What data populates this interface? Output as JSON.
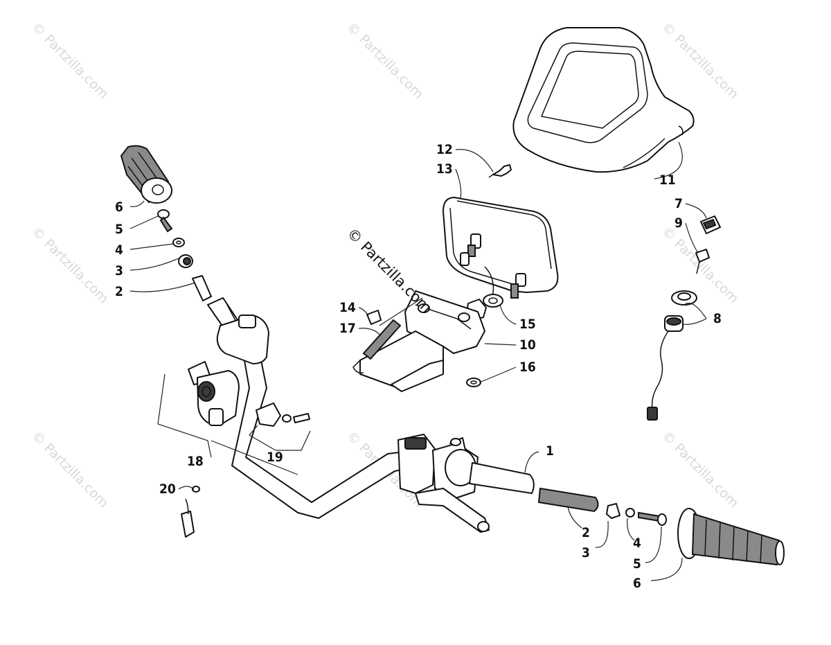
{
  "watermarks": {
    "main": "© Partzilla.com",
    "repeat": "© Partzilla.com"
  },
  "callouts": {
    "c1": "1",
    "c2_left": "2",
    "c2_right": "2",
    "c3_left": "3",
    "c3_right": "3",
    "c4_left": "4",
    "c4_right": "4",
    "c5_left": "5",
    "c5_right": "5",
    "c6_left": "6",
    "c6_right": "6",
    "c7": "7",
    "c8": "8",
    "c9": "9",
    "c10": "10",
    "c11": "11",
    "c12": "12",
    "c13": "13",
    "c14": "14",
    "c15": "15",
    "c16": "16",
    "c17": "17",
    "c18": "18",
    "c19": "19",
    "c20": "20"
  }
}
